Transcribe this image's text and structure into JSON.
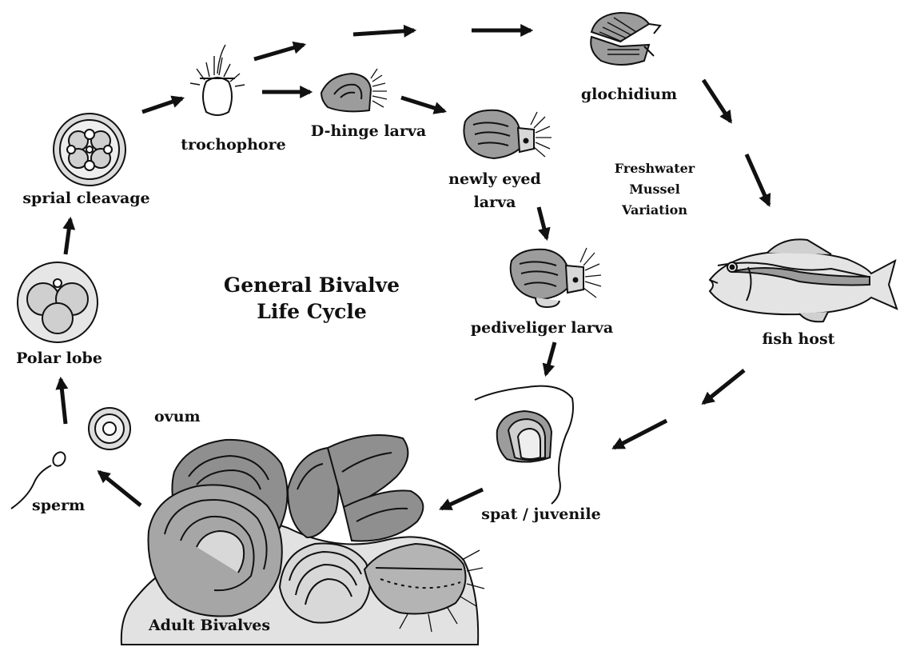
{
  "title_line1": "General Bivalve",
  "title_line2": "Life Cycle",
  "variation_line1": "Freshwater",
  "variation_line2": "Mussel",
  "variation_line3": "Variation",
  "labels": {
    "sprial_cleavage": "sprial cleavage",
    "polar_lobe": "Polar lobe",
    "ovum": "ovum",
    "sperm": "sperm",
    "trochophore": "trochophore",
    "d_hinge": "D-hinge larva",
    "newly_eyed_1": "newly eyed",
    "newly_eyed_2": "larva",
    "pediveliger": "pediveliger larva",
    "glochidium": "glochidium",
    "fish_host": "fish host",
    "spat": "spat / juvenile",
    "adult": "Adult Bivalves"
  },
  "colors": {
    "ink": "#111111",
    "shell_dark": "#8f8f8f",
    "shell_mid": "#b4b4b4",
    "shell_light": "#d8d8d8",
    "rock": "#e2e2e2"
  }
}
